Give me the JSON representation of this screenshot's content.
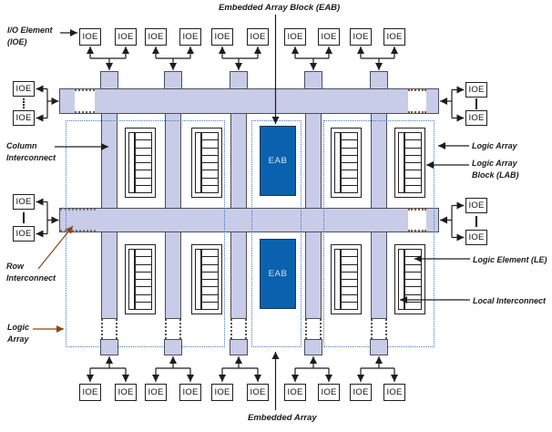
{
  "diagram": {
    "title": "Embedded Array Block (EAB)",
    "bottom_label": "Embedded Array",
    "block_labels": {
      "ioe": "IOE",
      "eab": "EAB"
    },
    "callouts": {
      "io_element": [
        "I/O Element",
        "(IOE)"
      ],
      "column_interconnect": [
        "Column",
        "Interconnect"
      ],
      "row_interconnect": [
        "Row",
        "Interconnect"
      ],
      "logic_array_left": [
        "Logic",
        "Array"
      ],
      "logic_array_right": "Logic Array",
      "logic_array_block": [
        "Logic Array",
        "Block (LAB)"
      ],
      "logic_element": "Logic Element (LE)",
      "local_interconnect": "Local Interconnect"
    },
    "counts": {
      "top_ioe_blocks": 10,
      "bottom_ioe_blocks": 10,
      "left_ioe_blocks": 4,
      "right_ioe_blocks": 4,
      "logic_array_blocks": 8,
      "embedded_array_blocks": 2,
      "logic_elements_per_lab": 8,
      "column_interconnects": 5,
      "row_interconnects": 2
    }
  },
  "colors": {
    "interconnect_fill": "#c9cce8",
    "eab_fill": "#0a62ae",
    "outline_blue": "#3b7ac2",
    "callout_brown": "#8b4513",
    "line_black": "#1d1d1d"
  }
}
